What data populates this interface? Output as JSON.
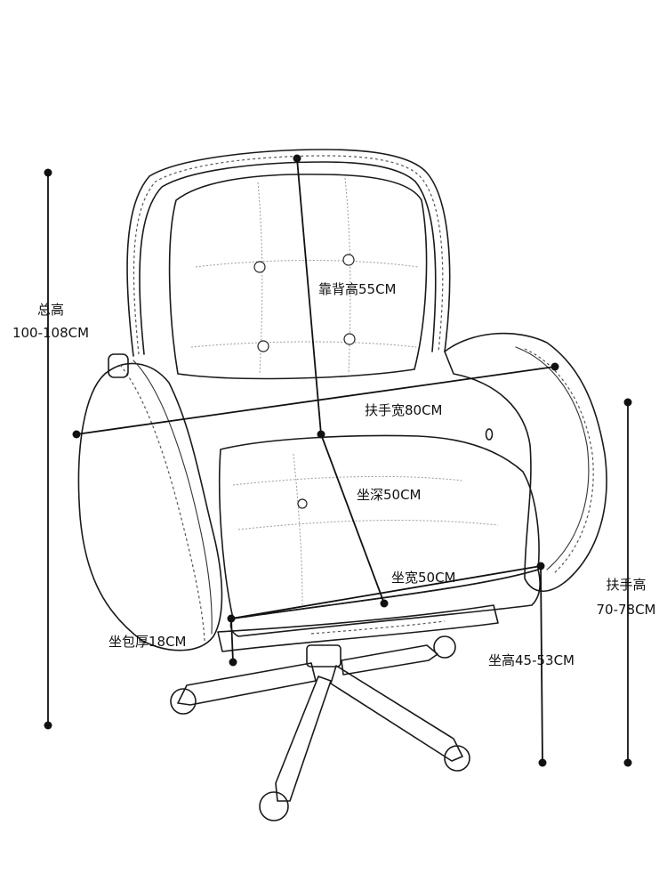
{
  "dimensions": {
    "total_height": {
      "label": "总高",
      "value": "100-108CM"
    },
    "backrest_height": {
      "label": "靠背高55CM"
    },
    "armrest_width": {
      "label": "扶手宽80CM"
    },
    "seat_depth": {
      "label": "坐深50CM"
    },
    "seat_width": {
      "label": "坐宽50CM"
    },
    "seat_cushion_thickness": {
      "label": "坐包厚18CM"
    },
    "seat_height": {
      "label": "坐高45-53CM"
    },
    "armrest_height": {
      "label": "扶手高",
      "value": "70-78CM"
    }
  },
  "colors": {
    "line": "#111111",
    "outline": "#1a1a1a",
    "stitch": "#9a9a9a"
  }
}
